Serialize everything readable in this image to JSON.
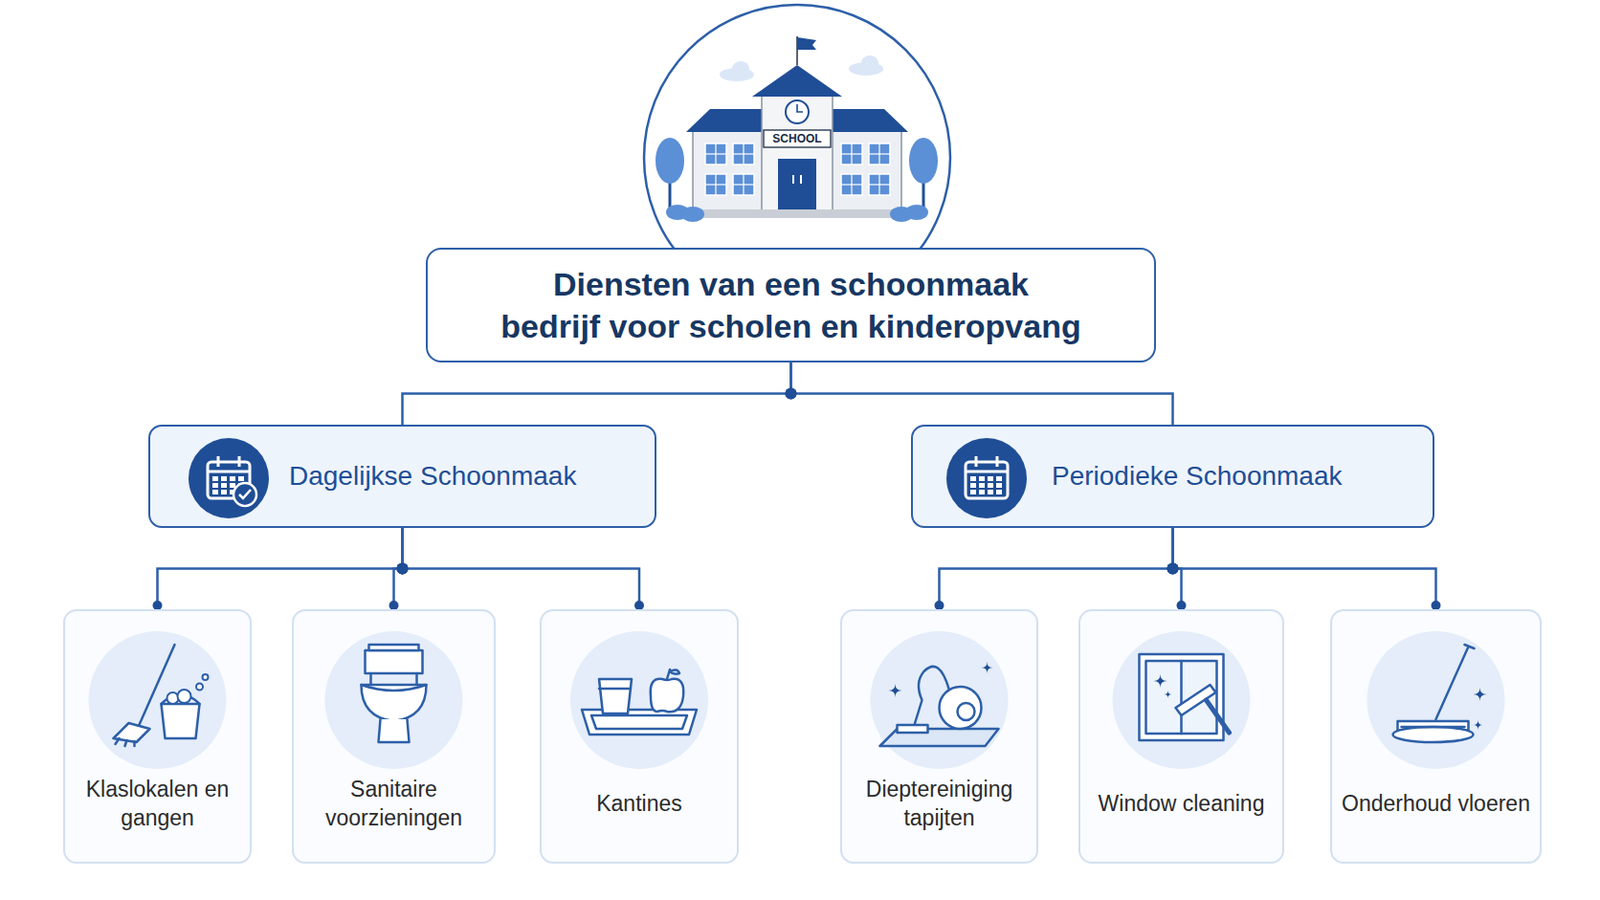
{
  "diagram": {
    "nodes": [
      {
        "text": [
          "Diensten van een schoonmaak bedrijf voor scholen en kinderopvang"
        ]
      },
      {
        "text": [
          "Dagelijkse Schoonmaak"
        ]
      },
      {
        "text": [
          "Periodieke Schoonmaak"
        ]
      },
      {
        "text": [
          "Klaslokalen en gangen"
        ]
      },
      {
        "text": [
          "Sanitaire voorzieningen"
        ]
      },
      {
        "text": [
          "Kantines"
        ]
      },
      {
        "text": [
          "Dieptereiniging tapijten"
        ]
      },
      {
        "text": [
          "Window cleaning"
        ]
      },
      {
        "text": [
          "Onderhoud vloeren"
        ]
      }
    ],
    "edges": [
      {
        "from": 0,
        "to": 1,
        "arrow": "none"
      },
      {
        "from": 0,
        "to": 2,
        "arrow": "none"
      },
      {
        "from": 1,
        "to": 3,
        "arrow": "none"
      },
      {
        "from": 1,
        "to": 4,
        "arrow": "none"
      },
      {
        "from": 1,
        "to": 5,
        "arrow": "none"
      },
      {
        "from": 2,
        "to": 6,
        "arrow": "none"
      },
      {
        "from": 2,
        "to": 7,
        "arrow": "none"
      },
      {
        "from": 2,
        "to": 8,
        "arrow": "none"
      }
    ],
    "labels": [
      "SCHOOL"
    ]
  }
}
